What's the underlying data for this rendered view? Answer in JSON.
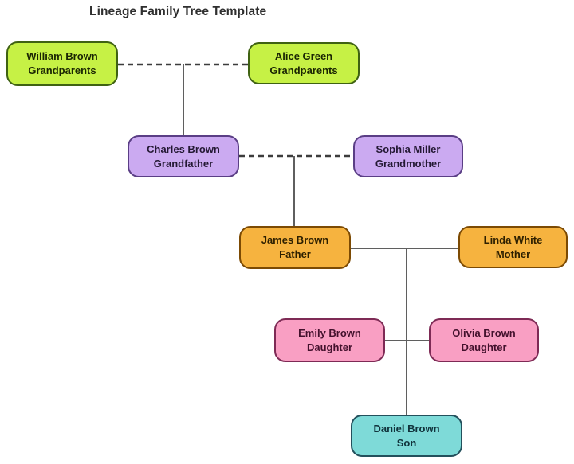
{
  "title": "Lineage Family Tree Template",
  "nodes": {
    "william": {
      "name": "William Brown",
      "role": "Grandparents",
      "color": "green"
    },
    "alice": {
      "name": "Alice Green",
      "role": "Grandparents",
      "color": "green"
    },
    "charles": {
      "name": "Charles Brown",
      "role": "Grandfather",
      "color": "purple"
    },
    "sophia": {
      "name": "Sophia Miller",
      "role": "Grandmother",
      "color": "purple"
    },
    "james": {
      "name": "James Brown",
      "role": "Father",
      "color": "orange"
    },
    "linda": {
      "name": "Linda White",
      "role": "Mother",
      "color": "orange"
    },
    "emily": {
      "name": "Emily Brown",
      "role": "Daughter",
      "color": "pink"
    },
    "olivia": {
      "name": "Olivia Brown",
      "role": "Daughter",
      "color": "pink"
    },
    "daniel": {
      "name": "Daniel Brown",
      "role": "Son",
      "color": "teal"
    }
  },
  "colors": {
    "bg": "#ffffff",
    "title": "#2f2f2f",
    "line_solid": "#5f5f5f",
    "line_dashed": "#3c3c3c",
    "green_fill": "#c6f145",
    "green_border": "#3f6212",
    "green_text": "#1b2603",
    "purple_fill": "#cbaaf1",
    "purple_border": "#5a3e85",
    "purple_text": "#241934",
    "orange_fill": "#f6b33f",
    "orange_border": "#7c4a03",
    "orange_text": "#2e2000",
    "pink_fill": "#f99fc3",
    "pink_border": "#7e2a55",
    "pink_text": "#43112d",
    "teal_fill": "#7edad8",
    "teal_border": "#23505c",
    "teal_text": "#11333c"
  }
}
